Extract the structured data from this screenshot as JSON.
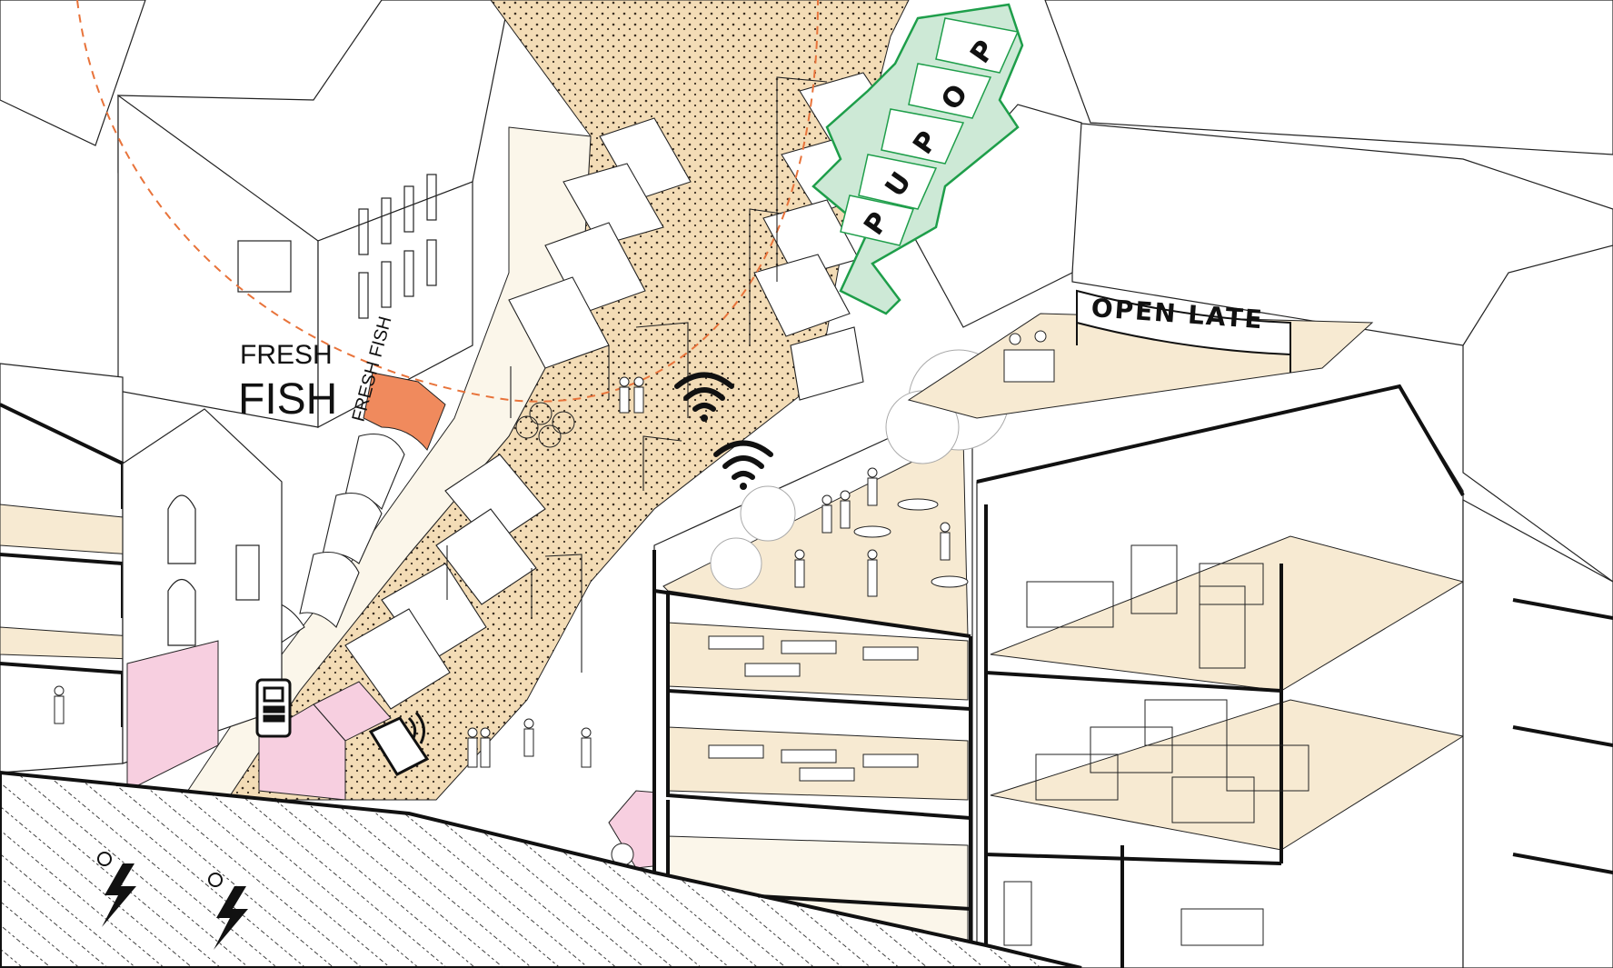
{
  "signs": {
    "fresh_line1": "FRESH",
    "fresh_line2": "FISH",
    "fresh_vertical": "FRESH FISH",
    "open_late": "OPEN LATE",
    "popup_letters": [
      "P",
      "O",
      "P",
      "U",
      "P"
    ]
  },
  "colors": {
    "sand": "#f3dcb6",
    "floor": "#f7ead2",
    "pink": "#f7cfe0",
    "green_fill": "#cde9d6",
    "green_line": "#1e9e4a",
    "orange": "#f08a5d",
    "orange_line": "#e8733a",
    "ink": "#111111"
  },
  "icons": [
    "wifi-icon",
    "contactless-terminal-icon",
    "contactless-card-icon",
    "ev-charging-icon"
  ]
}
